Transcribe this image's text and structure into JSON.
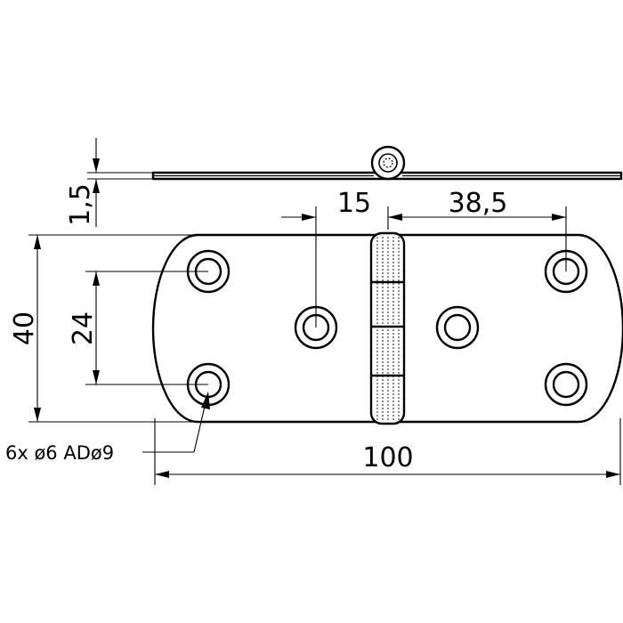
{
  "dimensions": {
    "thickness": "1,5",
    "knuckle_offset": "15",
    "hole_spacing_right": "38,5",
    "height": "40",
    "hole_spacing_vertical": "24",
    "length": "100"
  },
  "callouts": {
    "holes": "6x ø6 ADø9"
  },
  "colors": {
    "line": "#000000",
    "background": "#ffffff"
  }
}
